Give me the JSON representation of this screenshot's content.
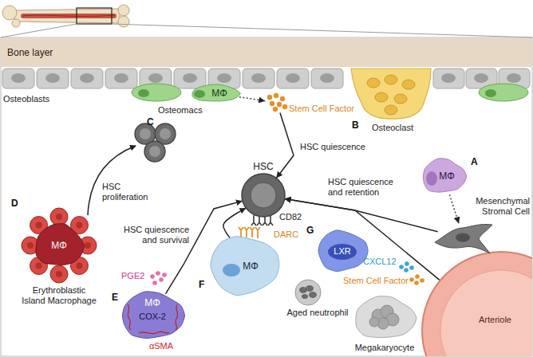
{
  "diagram": {
    "nodes": [
      {
        "text": [
          "Bone layer"
        ]
      },
      {
        "text": [
          "MΦ"
        ]
      },
      {
        "text": [
          "Stem Cell Factor"
        ]
      },
      {
        "text": [
          "Osteoclast"
        ]
      },
      {
        "text": [
          "HSC"
        ]
      },
      {
        "text": [
          "MΦ"
        ]
      },
      {
        "text": [
          "Mesenchymal Stromal Cell"
        ]
      },
      {
        "text": [
          "MΦ",
          "Erythroblastic Island Macrophage"
        ]
      },
      {
        "text": [
          "MΦ"
        ]
      },
      {
        "text": [
          "LXR"
        ]
      },
      {
        "text": [
          "MΦ",
          "COX-2",
          "αSMA"
        ]
      },
      {
        "text": [
          "Aged neutrophil"
        ]
      },
      {
        "text": [
          "Arteriole"
        ]
      },
      {
        "text": [
          "Megakaryocyte"
        ]
      }
    ],
    "edges": [
      {
        "from": 1,
        "to": 2,
        "arrow": "to"
      },
      {
        "from": 2,
        "to": 4,
        "label": "HSC quiescence",
        "arrow": "to"
      },
      {
        "from": 5,
        "to": 6,
        "arrow": "to"
      },
      {
        "from": 6,
        "to": 4,
        "label": "HSC quiescence and retention",
        "arrow": "to"
      },
      {
        "from": 12,
        "to": 4,
        "arrow": "to"
      },
      {
        "from": 10,
        "to": 4,
        "label": "HSC quiescence and survival",
        "arrow": "to"
      },
      {
        "from": 8,
        "to": 4,
        "arrow": "to"
      }
    ],
    "labels": [
      "Osteoblasts",
      "C",
      "Osteomacs",
      "B",
      "HSC proliferation",
      "A",
      "D",
      "CD82",
      "DARC",
      "G",
      "F",
      "CXCL12",
      "Stem Cell Factor",
      "PGE2",
      "E"
    ]
  }
}
